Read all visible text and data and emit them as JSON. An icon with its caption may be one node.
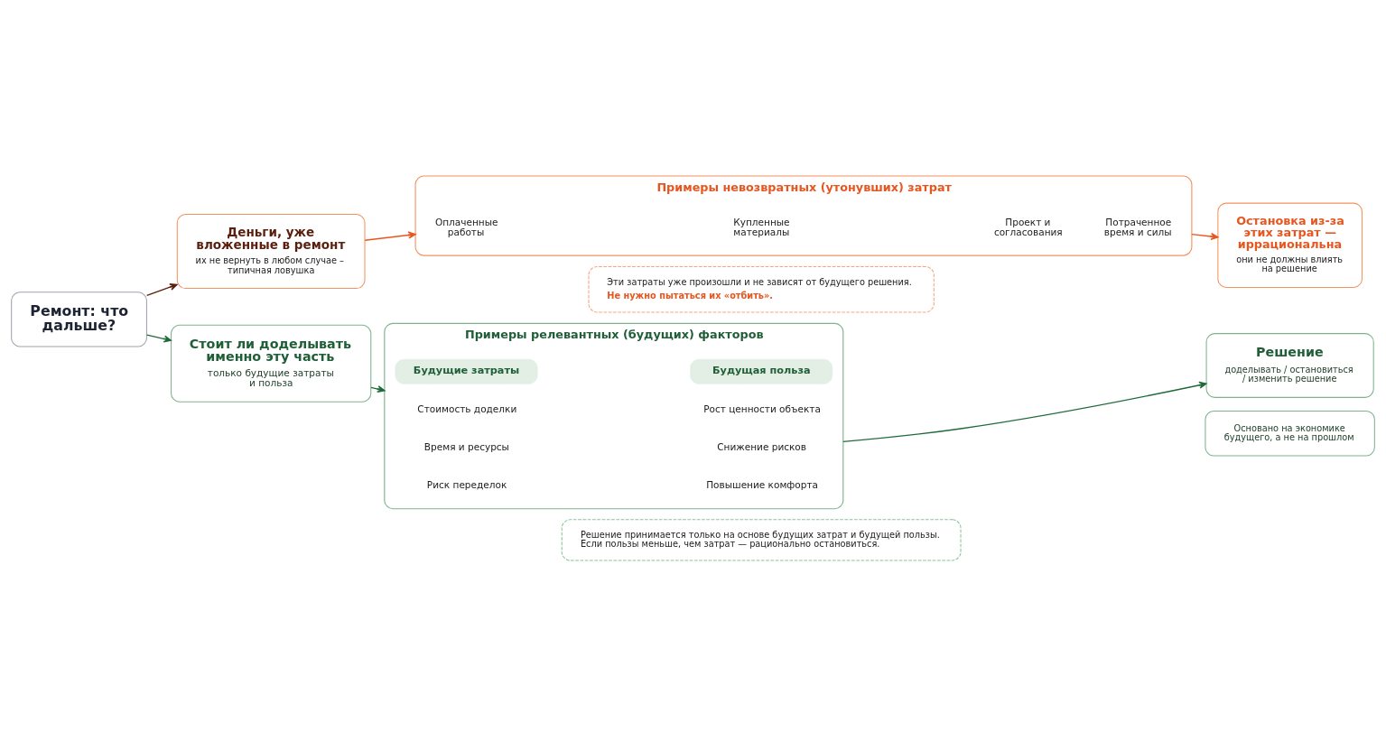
{
  "diagram": {
    "nodes": [
      {
        "text": [
          "Ремонт: что дальше?"
        ]
      },
      {
        "text": [
          "Деньги, уже вложенные в ремонт",
          "их не вернуть в любом случае – типичная ловушка"
        ]
      },
      {
        "text": [
          "Примеры невозвратных (утонувших) затрат"
        ]
      },
      {
        "text": [
          "Оплаченные работы"
        ],
        "in": 2
      },
      {
        "text": [
          "Купленные материалы"
        ],
        "in": 2
      },
      {
        "text": [
          "Проект и согласования"
        ],
        "in": 2
      },
      {
        "text": [
          "Потраченное время и силы"
        ],
        "in": 2
      },
      {
        "text": [
          "Остановка из-за этих затрат — иррациональна",
          "они не должны влиять на решение"
        ]
      },
      {
        "text": [
          "Эти затраты уже произошли и не зависят от будущего решения.",
          "Не нужно пытаться их «отбить»."
        ]
      },
      {
        "text": [
          "Стоит ли доделывать именно эту часть",
          "только будущие затраты и польза"
        ]
      },
      {
        "text": [
          "Примеры релевантных (будущих) факторов"
        ]
      },
      {
        "text": [
          "Будущие затраты"
        ],
        "in": 10
      },
      {
        "text": [
          "Стоимость доделки"
        ],
        "in": 10
      },
      {
        "text": [
          "Время и ресурсы"
        ],
        "in": 10
      },
      {
        "text": [
          "Риск переделок"
        ],
        "in": 10
      },
      {
        "text": [
          "Будущая польза"
        ],
        "in": 10
      },
      {
        "text": [
          "Рост ценности объекта"
        ],
        "in": 10
      },
      {
        "text": [
          "Снижение рисков"
        ],
        "in": 10
      },
      {
        "text": [
          "Повышение комфорта"
        ],
        "in": 10
      },
      {
        "text": [
          "Решение принимается только на основе будущих затрат и будущей пользы. Если пользы меньше, чем затрат — рационально остановиться."
        ]
      },
      {
        "text": [
          "Решение",
          "доделывать / остановиться / изменить решение"
        ]
      },
      {
        "text": [
          "Основано на экономике будущего, а не на прошлом"
        ]
      }
    ],
    "edges": [
      {
        "from": 0,
        "to": 1,
        "arrow": "to",
        "color": "#5a1f0e"
      },
      {
        "from": 1,
        "to": 2,
        "arrow": "to",
        "color": "#e8561f"
      },
      {
        "from": 2,
        "to": 7,
        "arrow": "to",
        "color": "#e8561f"
      },
      {
        "from": 0,
        "to": 9,
        "arrow": "to"
      },
      {
        "from": 9,
        "to": 10,
        "arrow": "to"
      },
      {
        "from": 10,
        "to": 20,
        "arrow": "to"
      }
    ]
  }
}
